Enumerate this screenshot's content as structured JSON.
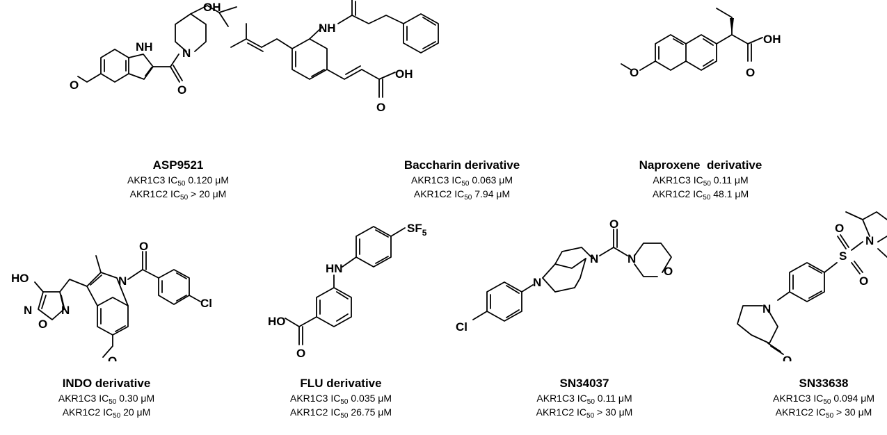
{
  "compounds": [
    {
      "name": "ASP9521",
      "akr1c3": {
        "target": "AKR1C3",
        "label": "IC",
        "sub": "50",
        "value": "0.120 μM"
      },
      "akr1c2": {
        "target": "AKR1C2",
        "label": "IC",
        "sub": "50",
        "value": "> 20 μM"
      }
    },
    {
      "name": "Baccharin derivative",
      "akr1c3": {
        "target": "AKR1C3",
        "label": "IC",
        "sub": "50",
        "value": "0.063 μM"
      },
      "akr1c2": {
        "target": "AKR1C2",
        "label": "IC",
        "sub": "50",
        "value": "7.94 μM"
      }
    },
    {
      "name": "Naproxene  derivative",
      "akr1c3": {
        "target": "AKR1C3",
        "label": "IC",
        "sub": "50",
        "value": "0.11 μM"
      },
      "akr1c2": {
        "target": "AKR1C2",
        "label": "IC",
        "sub": "50",
        "value": "48.1 μM"
      }
    },
    {
      "name": "INDO derivative",
      "akr1c3": {
        "target": "AKR1C3",
        "label": "IC",
        "sub": "50",
        "value": "0.30 μM"
      },
      "akr1c2": {
        "target": "AKR1C2",
        "label": "IC",
        "sub": "50",
        "value": "20 μM"
      }
    },
    {
      "name": "FLU derivative",
      "akr1c3": {
        "target": "AKR1C3",
        "label": "IC",
        "sub": "50",
        "value": "0.035 μM"
      },
      "akr1c2": {
        "target": "AKR1C2",
        "label": "IC",
        "sub": "50",
        "value": "26.75 μM"
      }
    },
    {
      "name": "SN34037",
      "akr1c3": {
        "target": "AKR1C3",
        "label": "IC",
        "sub": "50",
        "value": "0.11 μM"
      },
      "akr1c2": {
        "target": "AKR1C2",
        "label": "IC",
        "sub": "50",
        "value": "> 30 μM"
      }
    },
    {
      "name": "SN33638",
      "akr1c3": {
        "target": "AKR1C3",
        "label": "IC",
        "sub": "50",
        "value": "0.094 μM"
      },
      "akr1c2": {
        "target": "AKR1C2",
        "label": "IC",
        "sub": "50",
        "value": "> 30 μM"
      }
    }
  ],
  "atoms": {
    "oh": "OH",
    "nh": "NH",
    "n": "N",
    "o": "O",
    "ho": "HO",
    "hn": "HN",
    "cl": "Cl",
    "s": "S",
    "sf": "SF",
    "five": "5"
  }
}
